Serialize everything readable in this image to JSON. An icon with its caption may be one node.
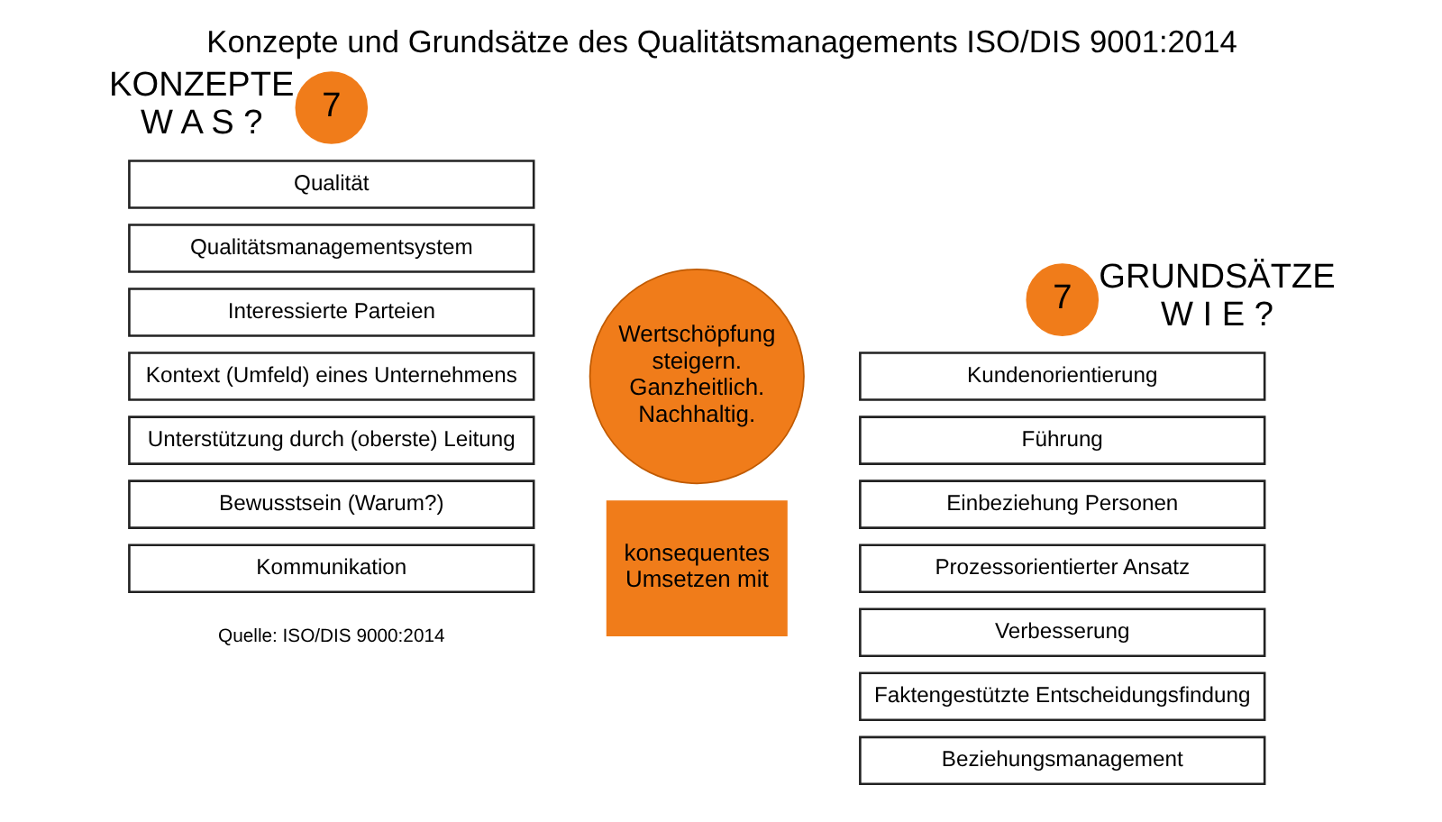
{
  "diagram": {
    "title": "Konzepte und Grundsätze des Qualitätsmanagements ISO/DIS 9001:2014",
    "nodes": [
      {
        "text": [
          "7"
        ],
        "beside": [
          "KONZEPTE",
          "W A S ?"
        ]
      },
      {
        "text": [
          "7"
        ],
        "beside": [
          "GRUNDSÄTZE",
          "W I E ?"
        ]
      },
      {
        "text": [
          "Wertschöpfung steigern. Ganzheitlich. Nachhaltig."
        ]
      },
      {
        "text": [
          "konsequentes Umsetzen mit"
        ]
      },
      {
        "text": [
          "Qualität"
        ]
      },
      {
        "text": [
          "Qualitätsmanagementsystem"
        ]
      },
      {
        "text": [
          "Interessierte Parteien"
        ]
      },
      {
        "text": [
          "Kontext (Umfeld) eines Unternehmens"
        ]
      },
      {
        "text": [
          "Unterstützung durch (oberste) Leitung"
        ]
      },
      {
        "text": [
          "Bewusstsein (Warum?)"
        ]
      },
      {
        "text": [
          "Kommunikation"
        ]
      },
      {
        "text": [
          "Kundenorientierung"
        ]
      },
      {
        "text": [
          "Führung"
        ]
      },
      {
        "text": [
          "Einbeziehung Personen"
        ]
      },
      {
        "text": [
          "Prozessorientierter Ansatz"
        ]
      },
      {
        "text": [
          "Verbesserung"
        ]
      },
      {
        "text": [
          "Faktengestützte Entscheidungsfindung"
        ]
      },
      {
        "text": [
          "Beziehungsmanagement"
        ]
      }
    ],
    "edges": [],
    "labels": [
      "Quelle: ISO/DIS 9000:2014"
    ]
  }
}
